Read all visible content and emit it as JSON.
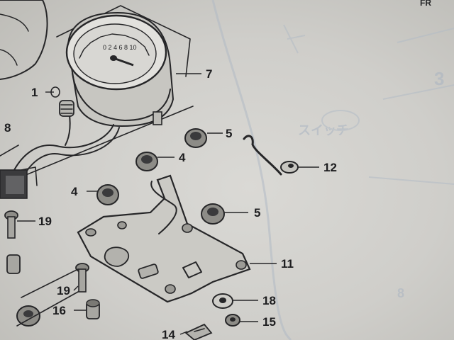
{
  "colors": {
    "paper": "#d3d2ce",
    "ink": "#262628",
    "bleed": "#aab4c2"
  },
  "corner_text": "FR",
  "callouts": [
    {
      "id": "c1",
      "label": "1"
    },
    {
      "id": "c7",
      "label": "7"
    },
    {
      "id": "c8",
      "label": "8"
    },
    {
      "id": "c5a",
      "label": "5"
    },
    {
      "id": "c4a",
      "label": "4"
    },
    {
      "id": "c12",
      "label": "12"
    },
    {
      "id": "c4b",
      "label": "4"
    },
    {
      "id": "c19a",
      "label": "19"
    },
    {
      "id": "c5b",
      "label": "5"
    },
    {
      "id": "c11",
      "label": "11"
    },
    {
      "id": "c19b",
      "label": "19"
    },
    {
      "id": "c18",
      "label": "18"
    },
    {
      "id": "c16",
      "label": "16"
    },
    {
      "id": "c15",
      "label": "15"
    },
    {
      "id": "c14",
      "label": "14"
    }
  ]
}
